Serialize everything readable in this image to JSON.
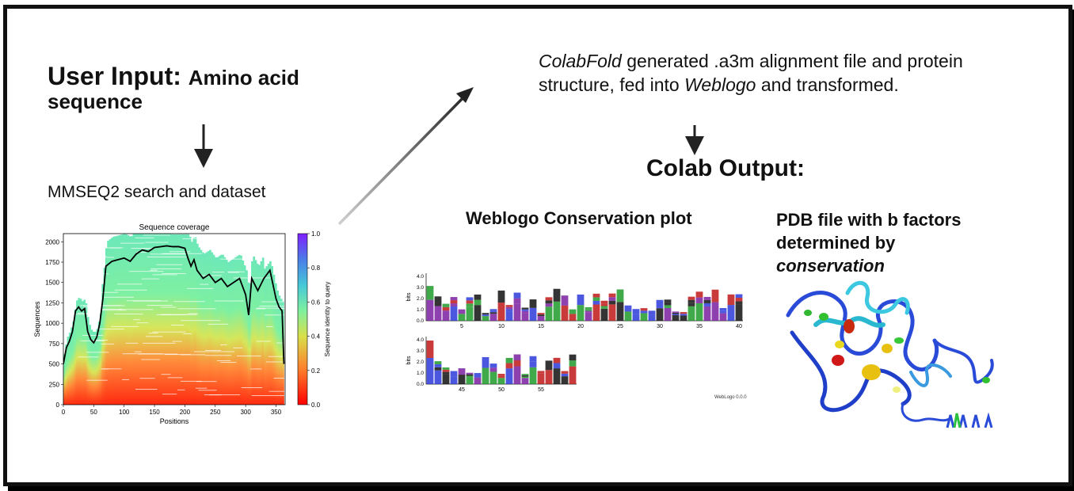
{
  "labels": {
    "user_input_bold": "User Input:",
    "user_input_rest": "Amino acid",
    "user_input_line2": "sequence",
    "mmseq": "MMSEQ2 search and dataset",
    "colab_italic_1": "ColabFold",
    "colab_text_1": " generated .a3m alignment file and protein structure, fed into ",
    "colab_italic_2": "Weblogo",
    "colab_text_2": " and transformed.",
    "colab_output": "Colab Output:",
    "weblogo_title": "Weblogo Conservation plot",
    "pdb_line1": "PDB file with b factors determined by",
    "pdb_italic": "conservation",
    "weblogo_credit": "WebLogo 0.0.0"
  },
  "chart_data": [
    {
      "type": "heatmap",
      "title": "Sequence coverage",
      "xlabel": "Positions",
      "ylabel": "Sequences",
      "xlim": [
        0,
        365
      ],
      "ylim": [
        0,
        2100
      ],
      "xticks": [
        0,
        50,
        100,
        150,
        200,
        250,
        300,
        350
      ],
      "yticks": [
        0,
        250,
        500,
        750,
        1000,
        1250,
        1500,
        1750,
        2000
      ],
      "colorbar": {
        "label": "Sequence identity to query",
        "min": 0.0,
        "max": 1.0,
        "ticks": [
          0.0,
          0.2,
          0.4,
          0.6,
          0.8,
          1.0
        ]
      },
      "coverage_line": {
        "x": [
          0,
          5,
          10,
          15,
          20,
          25,
          30,
          35,
          40,
          45,
          50,
          55,
          60,
          65,
          70,
          80,
          90,
          100,
          110,
          120,
          130,
          140,
          150,
          160,
          170,
          180,
          190,
          200,
          205,
          210,
          215,
          220,
          230,
          240,
          250,
          260,
          270,
          280,
          290,
          300,
          305,
          310,
          320,
          330,
          340,
          350,
          355,
          360,
          363
        ],
        "y": [
          500,
          700,
          780,
          900,
          1150,
          1200,
          1150,
          1180,
          900,
          800,
          760,
          830,
          1000,
          1300,
          1700,
          1760,
          1780,
          1800,
          1760,
          1850,
          1900,
          1880,
          1930,
          1940,
          1950,
          1940,
          1940,
          1920,
          1800,
          1700,
          1780,
          1650,
          1550,
          1600,
          1500,
          1550,
          1450,
          1500,
          1550,
          1350,
          1100,
          1550,
          1400,
          1550,
          1650,
          1300,
          1200,
          1150,
          500
        ]
      }
    },
    {
      "type": "bar",
      "title": "",
      "ylabel": "bits",
      "yticks": [
        0.0,
        1.0,
        2.0,
        3.0,
        4.0
      ],
      "rows": [
        {
          "xticks": [
            5,
            10,
            15,
            20,
            25,
            30,
            35,
            40
          ]
        },
        {
          "xticks": [
            45,
            50,
            55
          ]
        }
      ]
    }
  ]
}
